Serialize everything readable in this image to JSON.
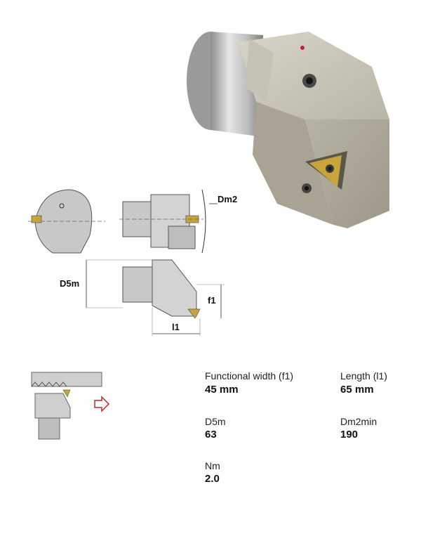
{
  "drawing": {
    "dm2_label": "Dm2",
    "d5m_label": "D5m",
    "f1_label": "f1",
    "l1_label": "l1"
  },
  "specs": {
    "functional_width": {
      "label": "Functional width (f1)",
      "value": "45 mm"
    },
    "length": {
      "label": "Length (l1)",
      "value": "65 mm"
    },
    "d5m": {
      "label": "D5m",
      "value": "63"
    },
    "dm2min": {
      "label": "Dm2min",
      "value": "190"
    },
    "nm": {
      "label": "Nm",
      "value": "2.0"
    }
  },
  "colors": {
    "body_metal": "#a9a493",
    "insert_gold": "#c9a43a",
    "arrow_red": "#c0262d"
  }
}
